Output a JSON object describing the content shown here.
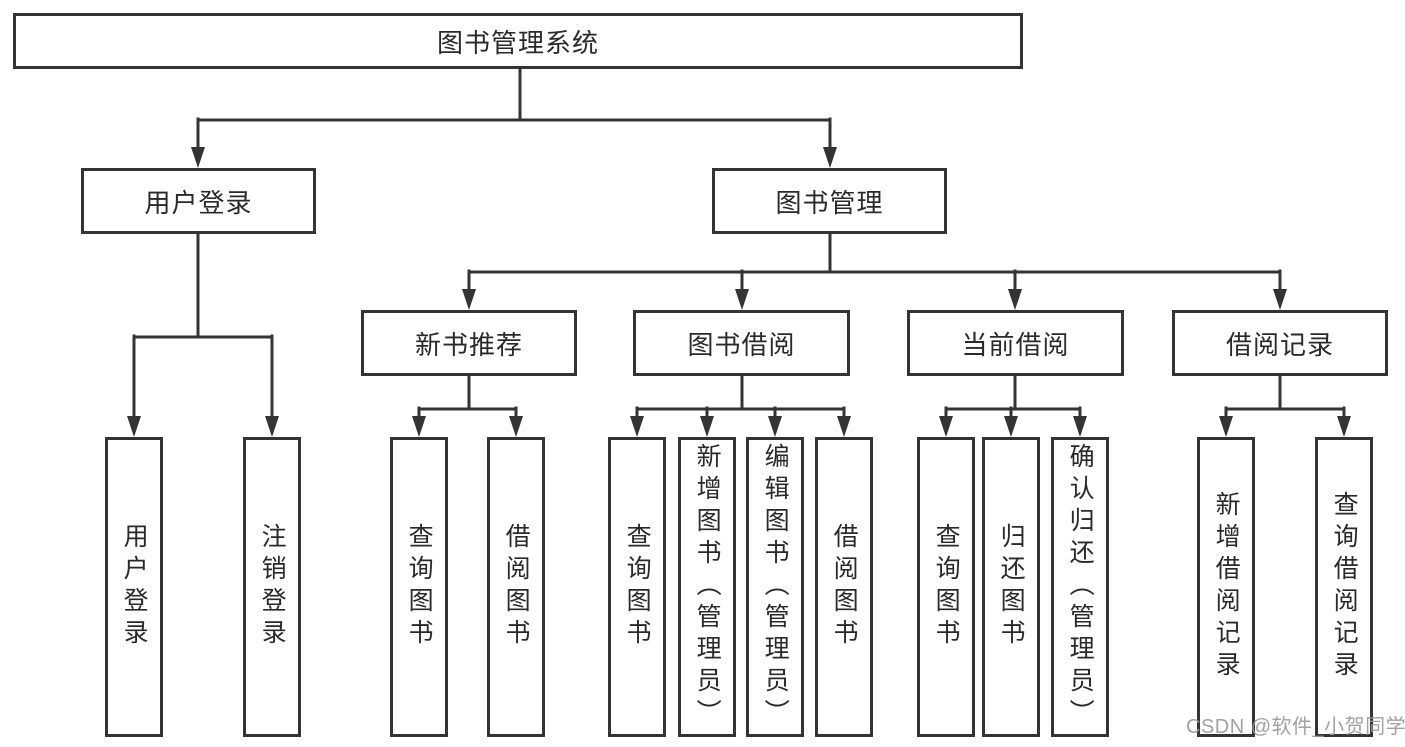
{
  "diagram_title": "图书管理系统",
  "tree": {
    "root": {
      "label": "图书管理系统"
    },
    "branches": [
      {
        "label": "用户登录",
        "children": [
          {
            "label": "用户登录"
          },
          {
            "label": "注销登录"
          }
        ]
      },
      {
        "label": "图书管理",
        "children": [
          {
            "label": "新书推荐",
            "children": [
              {
                "label": "查询图书"
              },
              {
                "label": "借阅图书"
              }
            ]
          },
          {
            "label": "图书借阅",
            "children": [
              {
                "label": "查询图书"
              },
              {
                "label": "新增图书（管理员）"
              },
              {
                "label": "编辑图书（管理员）"
              },
              {
                "label": "借阅图书"
              }
            ]
          },
          {
            "label": "当前借阅",
            "children": [
              {
                "label": "查询图书"
              },
              {
                "label": "归还图书"
              },
              {
                "label": "确认归还（管理员）"
              }
            ]
          },
          {
            "label": "借阅记录",
            "children": [
              {
                "label": "新增借阅记录"
              },
              {
                "label": "查询借阅记录"
              }
            ]
          }
        ]
      }
    ]
  },
  "watermark": "CSDN @软件_小贺同学",
  "colors": {
    "line": "#343434",
    "text": "#2a2a2a",
    "background": "#ffffff",
    "watermark": "#9a9a9a"
  }
}
